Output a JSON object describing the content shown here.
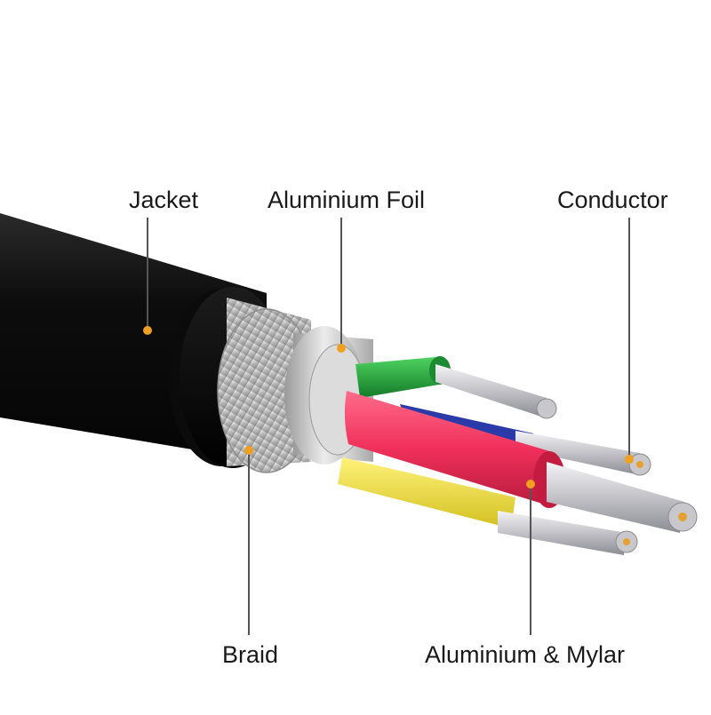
{
  "labels": {
    "jacket": "Jacket",
    "aluminium_foil": "Aluminium Foil",
    "conductor": "Conductor",
    "braid": "Braid",
    "aluminium_mylar": "Aluminium & Mylar"
  },
  "colors": {
    "jacket": "#111111",
    "braid": "#c8c8c8",
    "foil": "#d9d9d9",
    "wire_green": "#1fa83a",
    "wire_red": "#f0305a",
    "wire_yellow": "#f2e230",
    "wire_blue": "#2a3aa8",
    "copper": "#e6e6ea",
    "leader_line": "#555555",
    "marker_dot": "#f0a020"
  },
  "icons": {
    "cable": "usb-cable-cross-section-icon"
  }
}
